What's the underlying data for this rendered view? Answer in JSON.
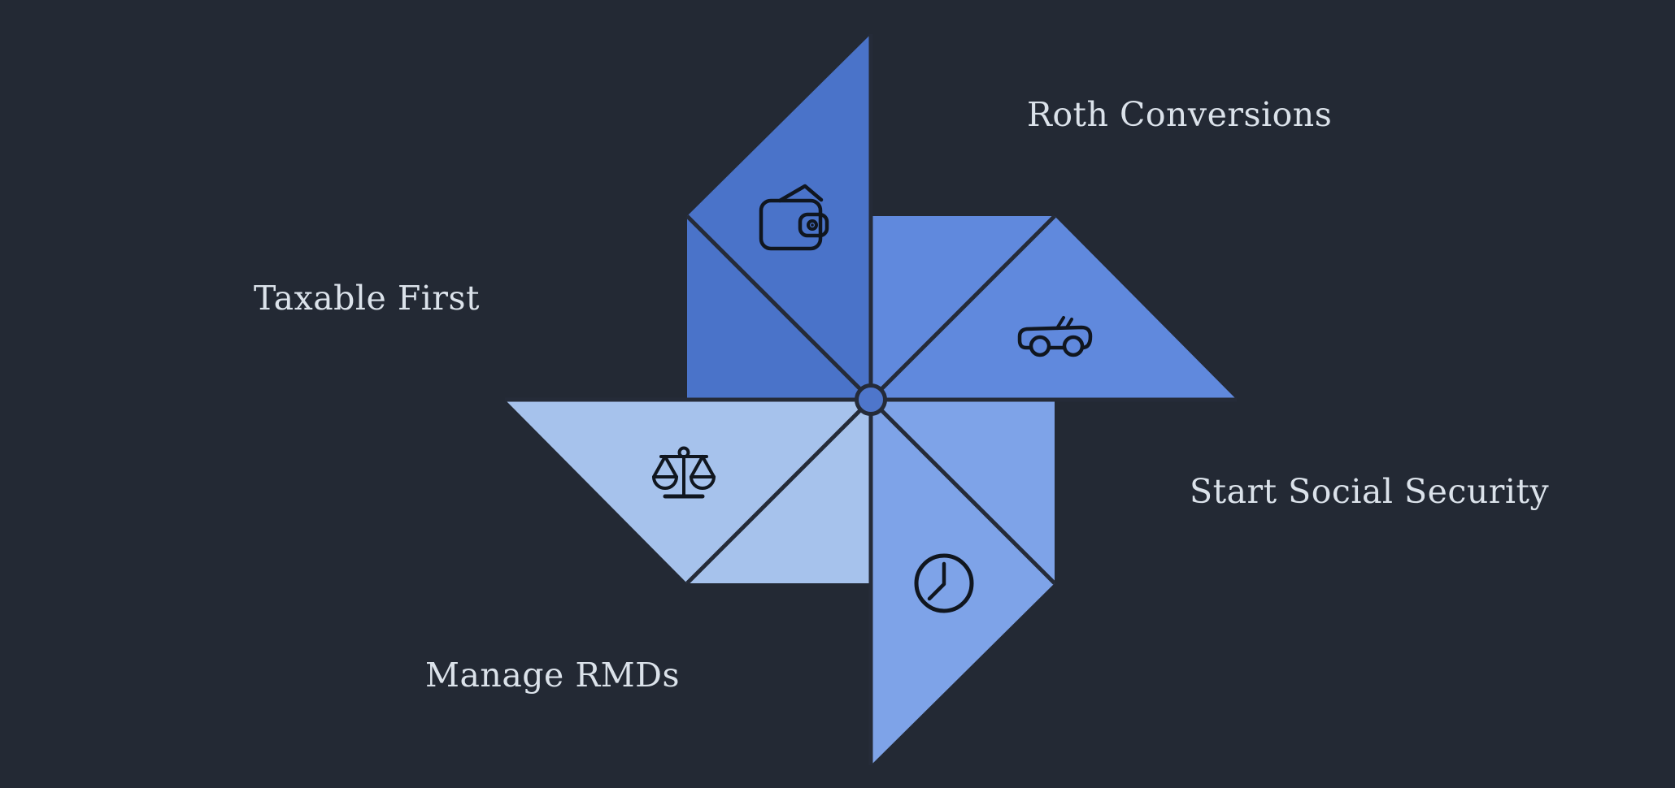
{
  "diagram": {
    "kind": "pinwheel-infographic",
    "background_color": "#232934",
    "line_color": "#252b38",
    "hub_color": "#4e76cb",
    "icon_stroke_color": "#10161f",
    "label_color": "#dbe2ea",
    "blades": [
      {
        "position": "top",
        "label": "Taxable First",
        "color": "#4a73c9",
        "icon": "wallet-icon"
      },
      {
        "position": "right",
        "label": "Roth Conversions",
        "color": "#6089dd",
        "icon": "convertible-car-icon"
      },
      {
        "position": "bottom",
        "label": "Start Social Security",
        "color": "#7ea3e8",
        "icon": "clock-icon"
      },
      {
        "position": "left",
        "label": "Manage RMDs",
        "color": "#a6c2ec",
        "icon": "balance-scale-icon"
      }
    ]
  }
}
